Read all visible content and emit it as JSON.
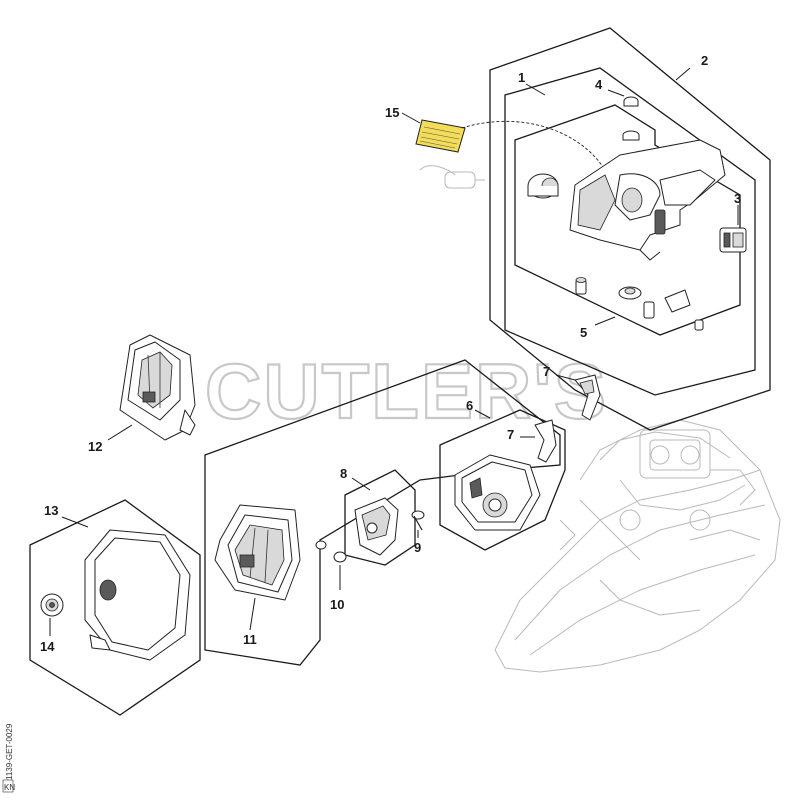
{
  "diagram": {
    "watermark": "CUTLER'S",
    "side_code": "1139-GET-0029",
    "side_code_box": "KN",
    "highlight_color": "#f3dc57",
    "callouts": {
      "c1": "1",
      "c2": "2",
      "c3": "3",
      "c4": "4",
      "c5": "5",
      "c6": "6",
      "c7a": "7",
      "c7b": "7",
      "c8": "8",
      "c9": "9",
      "c10": "10",
      "c11": "11",
      "c12": "12",
      "c13": "13",
      "c14": "14",
      "c15": "15"
    }
  }
}
